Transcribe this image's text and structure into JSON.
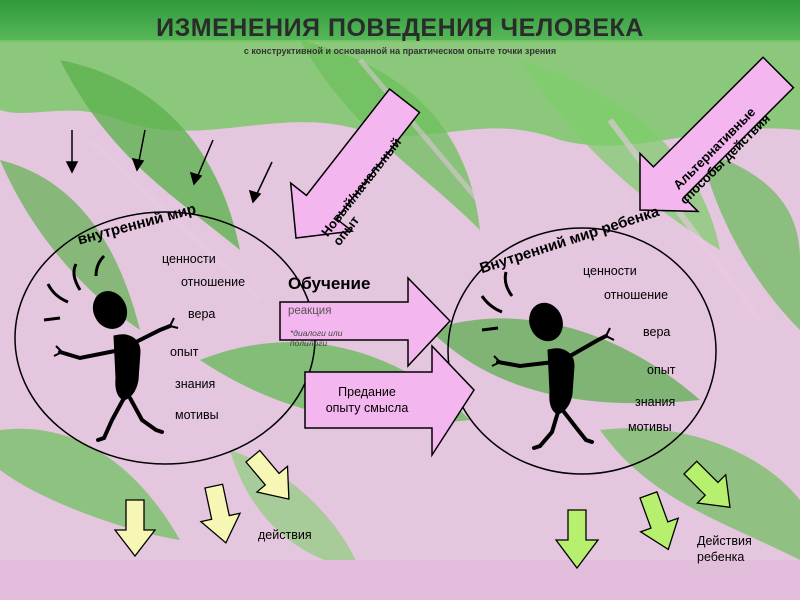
{
  "title": "ИЗМЕНЕНИЯ ПОВЕДЕНИЯ ЧЕЛОВЕКА",
  "subtitle": "с конструктивной и основанной на практическом опыте точки зрения",
  "left_circle": {
    "title": "внутренний мир",
    "items": [
      "ценности",
      "отношение",
      "вера",
      "опыт",
      "знания",
      "мотивы"
    ]
  },
  "right_circle": {
    "title": "Внутренний мир ребенка",
    "items": [
      "ценности",
      "отношение",
      "вера",
      "опыт",
      "знания",
      "мотивы"
    ]
  },
  "new_experience": {
    "line1": "Новый/начальный",
    "line2": "опыт"
  },
  "alternatives": {
    "line1": "Альтернативные",
    "line2": "способы действия"
  },
  "learning": {
    "label": "Обучение",
    "reaction": "реакция",
    "dialogs_line1": "*диалоги или",
    "dialogs_line2": "полилоги"
  },
  "meaning": {
    "line1": "Предание",
    "line2": "опыту смысла"
  },
  "actions": "действия",
  "child_actions": {
    "line1": "Действия",
    "line2": "ребенка"
  },
  "colors": {
    "pink_bg": "#e4c6de",
    "green_leaf": "#6fbf5c",
    "arrow_pink": "#f4b6ee",
    "arrow_yellow": "#f6f7b4",
    "arrow_green": "#b6f06e",
    "figure": "#000000"
  }
}
